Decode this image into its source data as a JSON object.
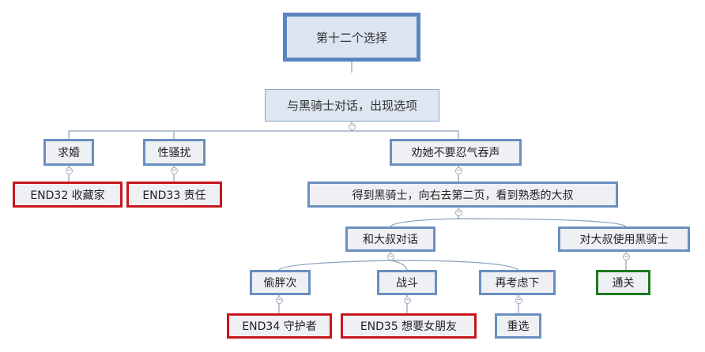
{
  "root": {
    "label": "第十二个选择"
  },
  "talk": {
    "label": "与黑骑士对话，出现选项"
  },
  "options": {
    "propose": "求婚",
    "harass": "性骚扰",
    "persuade": "劝她不要忍气吞声"
  },
  "outcomes": {
    "end32": "END32 收藏家",
    "end33": "END33 责任",
    "got_knight": "得到黑骑士，向右去第二页，看到熟悉的大叔"
  },
  "uncle_options": {
    "talk_uncle": "和大叔对话",
    "use_knight": "对大叔使用黑骑士"
  },
  "talk_options": {
    "steal": "偷胖次",
    "fight": "战斗",
    "reconsider": "再考虑下",
    "clear": "通关"
  },
  "final": {
    "end34": "END34 守护者",
    "end35": "END35 想要女朋友",
    "reselect": "重选"
  },
  "colors": {
    "node_border": "#6a8fc1",
    "ending": "#c8161d",
    "success": "#1e7a1e"
  }
}
